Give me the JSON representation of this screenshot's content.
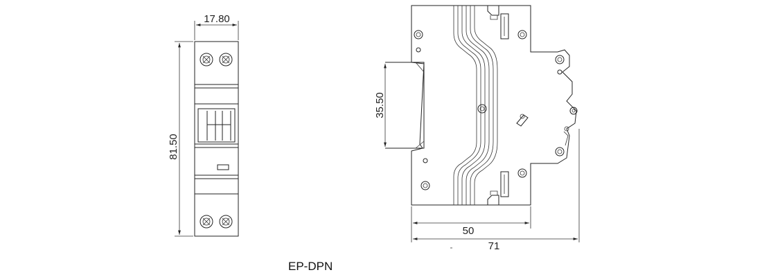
{
  "drawing": {
    "model_label": "EP-DPN",
    "front_view": {
      "width_dim": "17.80",
      "height_dim": "81.50"
    },
    "side_view": {
      "rail_dim": "35.50",
      "depth_dim_inner": "50",
      "depth_dim_outer": "71"
    }
  }
}
